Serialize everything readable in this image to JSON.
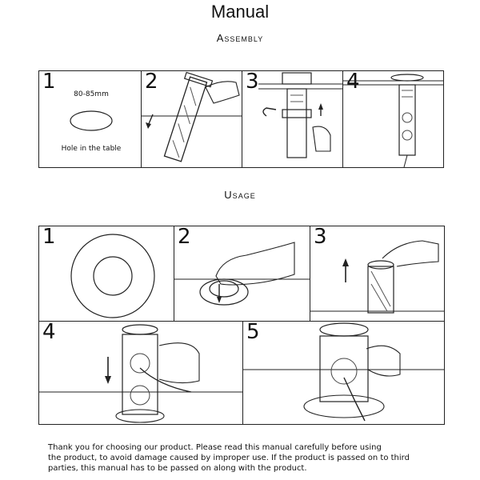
{
  "title": "Manual",
  "assembly": {
    "heading": "Assembly",
    "steps": [
      {
        "num": "1",
        "label_size": "80-85mm",
        "label_hole": "Hole in the table"
      },
      {
        "num": "2"
      },
      {
        "num": "3"
      },
      {
        "num": "4"
      }
    ]
  },
  "usage": {
    "heading": "Usage",
    "steps": [
      {
        "num": "1"
      },
      {
        "num": "2"
      },
      {
        "num": "3"
      },
      {
        "num": "4"
      },
      {
        "num": "5"
      }
    ]
  },
  "footer": {
    "line1": "Thank you for choosing our product. Please read this manual carefully before using",
    "line2": "the product, to avoid damage caused by improper use. If the product is passed on to third",
    "line3": "parties, this manual has to be passed on along with the product."
  }
}
